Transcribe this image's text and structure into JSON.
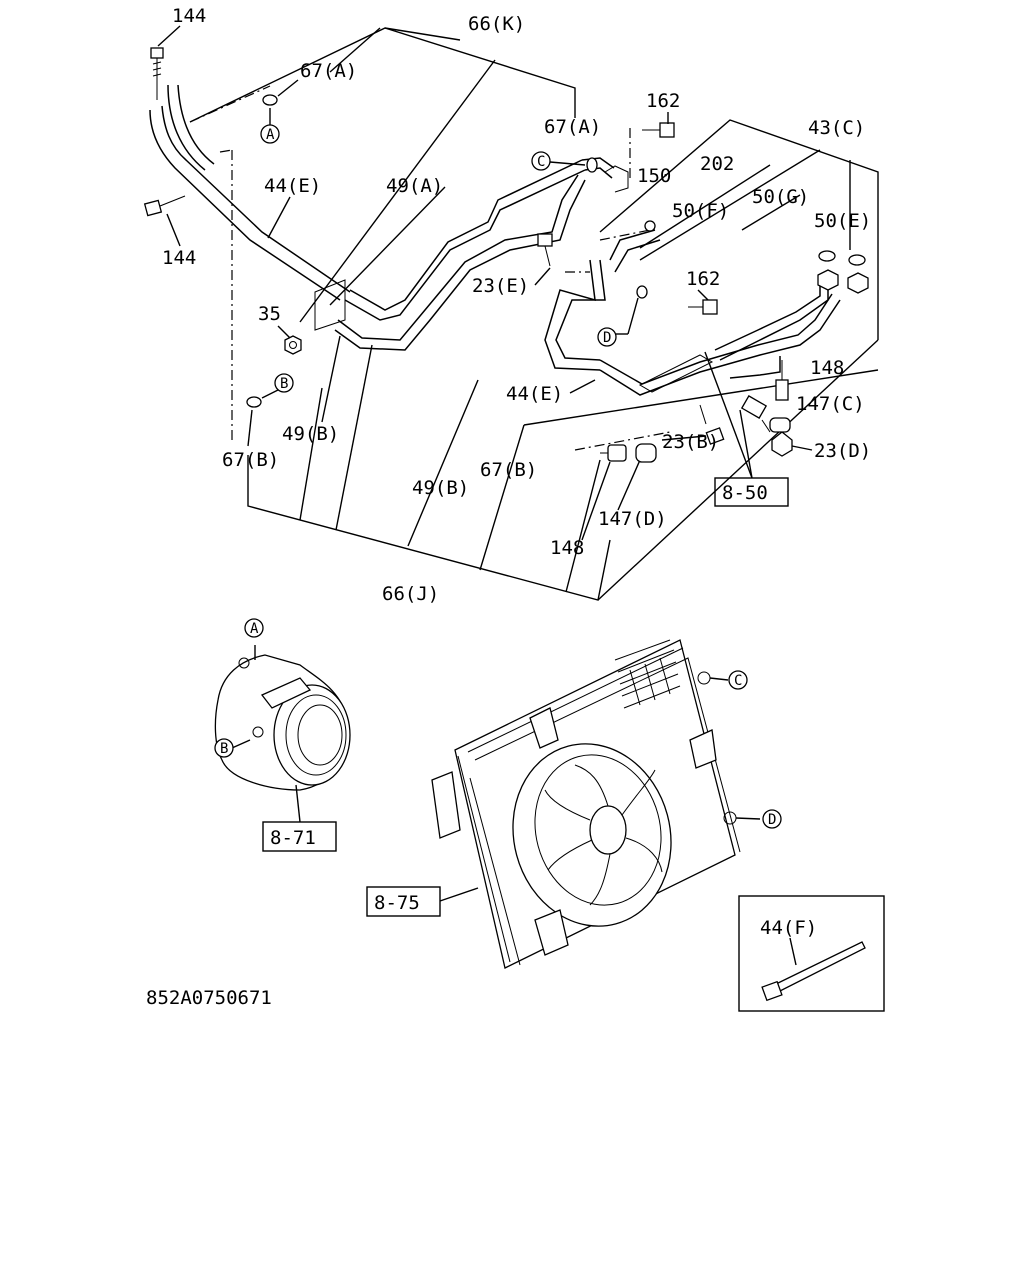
{
  "labels": {
    "l144a": "144",
    "l144b": "144",
    "l66k": "66(K)",
    "l67a_1": "67(A)",
    "l67a_2": "67(A)",
    "l162a": "162",
    "l43c": "43(C)",
    "l150": "150",
    "l202": "202",
    "l50f": "50(F)",
    "l50g": "50(G)",
    "l50e": "50(E)",
    "l44e_1": "44(E)",
    "l49a": "49(A)",
    "l23e": "23(E)",
    "l162b": "162",
    "l35": "35",
    "l44e_2": "44(E)",
    "l148a": "148",
    "l147c": "147(C)",
    "l23b": "23(B)",
    "l23d": "23(D)",
    "l49b_1": "49(B)",
    "l67b_1": "67(B)",
    "l49b_2": "49(B)",
    "l67b_2": "67(B)",
    "l147d": "147(D)",
    "l148b": "148",
    "l66j": "66(J)",
    "l44f": "44(F)",
    "diagram_code": "852A0750671"
  },
  "refs": {
    "r850": "8-50",
    "r871": "8-71",
    "r875": "8-75"
  },
  "markers": {
    "A": "A",
    "B": "B",
    "C": "C",
    "D": "D"
  }
}
